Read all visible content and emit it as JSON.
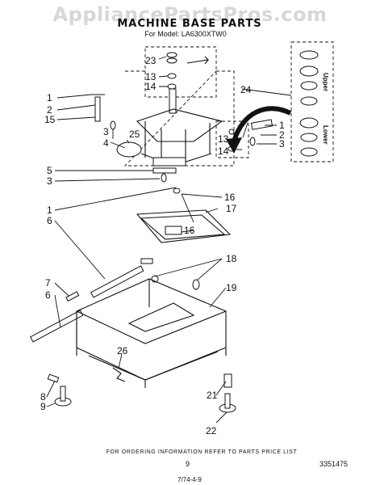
{
  "watermark": "AppliancePartsPros.com",
  "header": {
    "title": "MACHINE BASE PARTS",
    "subtitle": "For Model: LA6300XTW0"
  },
  "callouts": [
    "23",
    "13",
    "14",
    "1",
    "2",
    "15",
    "3",
    "4",
    "25",
    "24",
    "13",
    "14",
    "1",
    "2",
    "3",
    "5",
    "3",
    "1",
    "16",
    "17",
    "6",
    "16",
    "18",
    "7",
    "6",
    "19",
    "26",
    "8",
    "9",
    "21",
    "22"
  ],
  "inset": {
    "upper": "Upper",
    "lower": "Lower"
  },
  "footer": {
    "note": "FOR ORDERING INFORMATION REFER TO PARTS PRICE LIST",
    "page": "9",
    "doc_number": "3351475",
    "revision": "7/74-4-9"
  }
}
